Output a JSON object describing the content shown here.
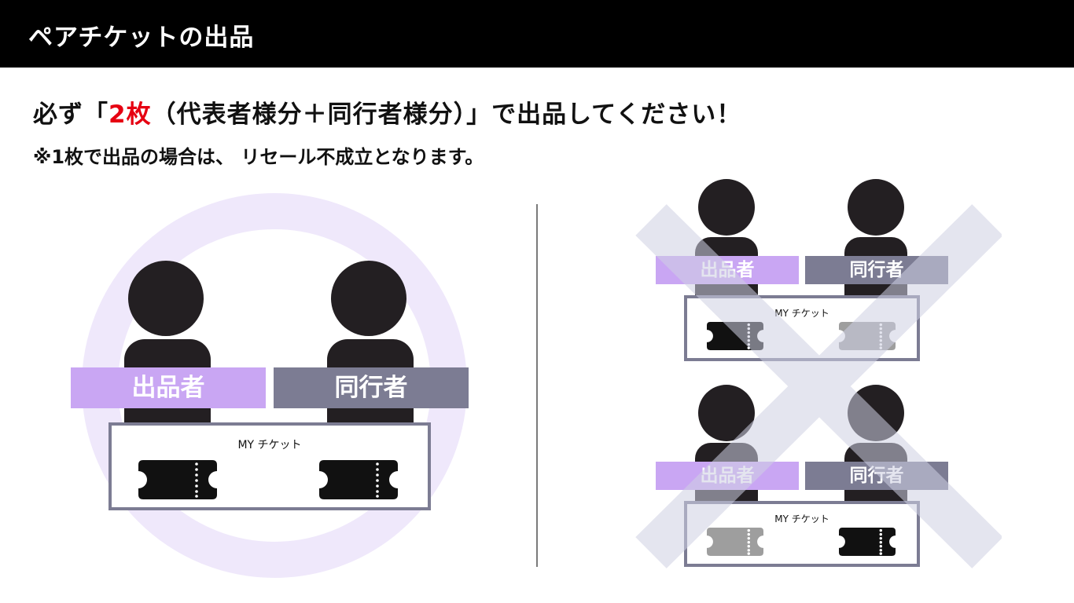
{
  "header": {
    "title": "ペアチケットの出品"
  },
  "headline": {
    "prefix": "必ず「",
    "highlight": "2枚",
    "suffix": "（代表者様分＋同行者様分）」で出品してください！"
  },
  "subline": "※1枚で出品の場合は、 リセール不成立となります。",
  "labels": {
    "seller": "出品者",
    "companion": "同行者"
  },
  "ticket_box_title": "MY チケット",
  "colors": {
    "header_bg": "#000000",
    "highlight": "#e60012",
    "seller": "#c9a6f3",
    "companion": "#7c7c93",
    "person": "#231f22",
    "ok_mark": "#efe8fb",
    "ng_mark": "#e3e3ee",
    "ticket_active": "#111111",
    "ticket_inactive": "#9e9e9e"
  },
  "icons": {
    "correct": "circle-icon",
    "incorrect": "cross-icon",
    "ticket": "ticket-icon",
    "person": "person-icon"
  },
  "examples": [
    {
      "verdict": "correct",
      "tickets": [
        "active",
        "active"
      ]
    },
    {
      "verdict": "incorrect",
      "tickets": [
        "active",
        "inactive"
      ]
    },
    {
      "verdict": "incorrect",
      "tickets": [
        "inactive",
        "active"
      ]
    }
  ]
}
